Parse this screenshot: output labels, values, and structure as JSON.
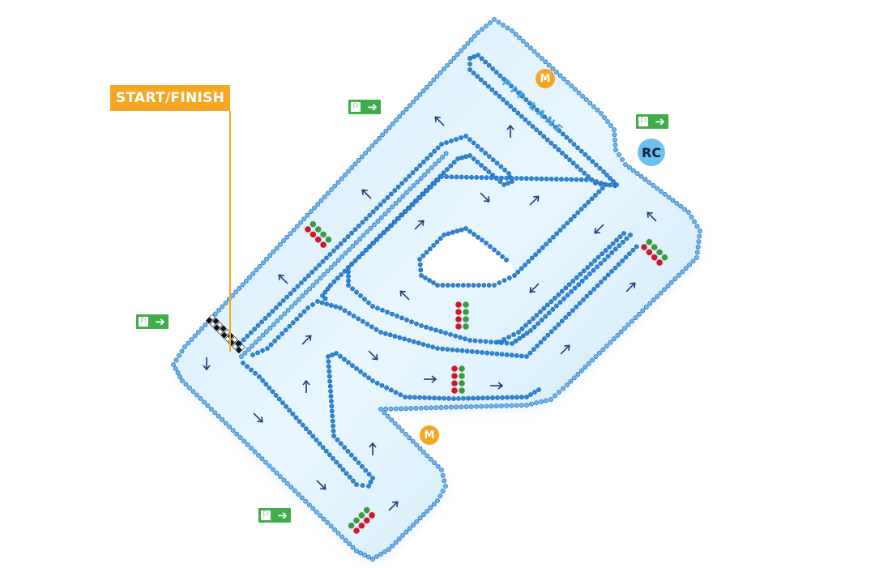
{
  "map": {
    "start_finish_label": "START/FINISH",
    "pitlane_label": "PIT LANE",
    "race_control_label": "RC",
    "marshal_label": "M",
    "exit_icon": "emergency-exit-icon",
    "exit_arrow_glyph": "➔",
    "colors": {
      "track_fill": "#cfeaf9",
      "track_fill_light": "#e6f5fd",
      "curb_dot": "#2b86d8",
      "curb_dot_light": "#6cb8ef",
      "arrow": "#1d3a78",
      "light_red": "#d3162b",
      "light_green": "#3a9a3d",
      "start_label_bg": "#f5a623",
      "exit_sign_bg": "#3fae49",
      "rc_badge_bg": "#6dc1ec"
    },
    "icons": [
      "start-finish-flag-icon",
      "emergency-exit-icon",
      "marshal-post-icon",
      "race-control-icon",
      "direction-arrow-icon",
      "start-lights-icon"
    ]
  }
}
